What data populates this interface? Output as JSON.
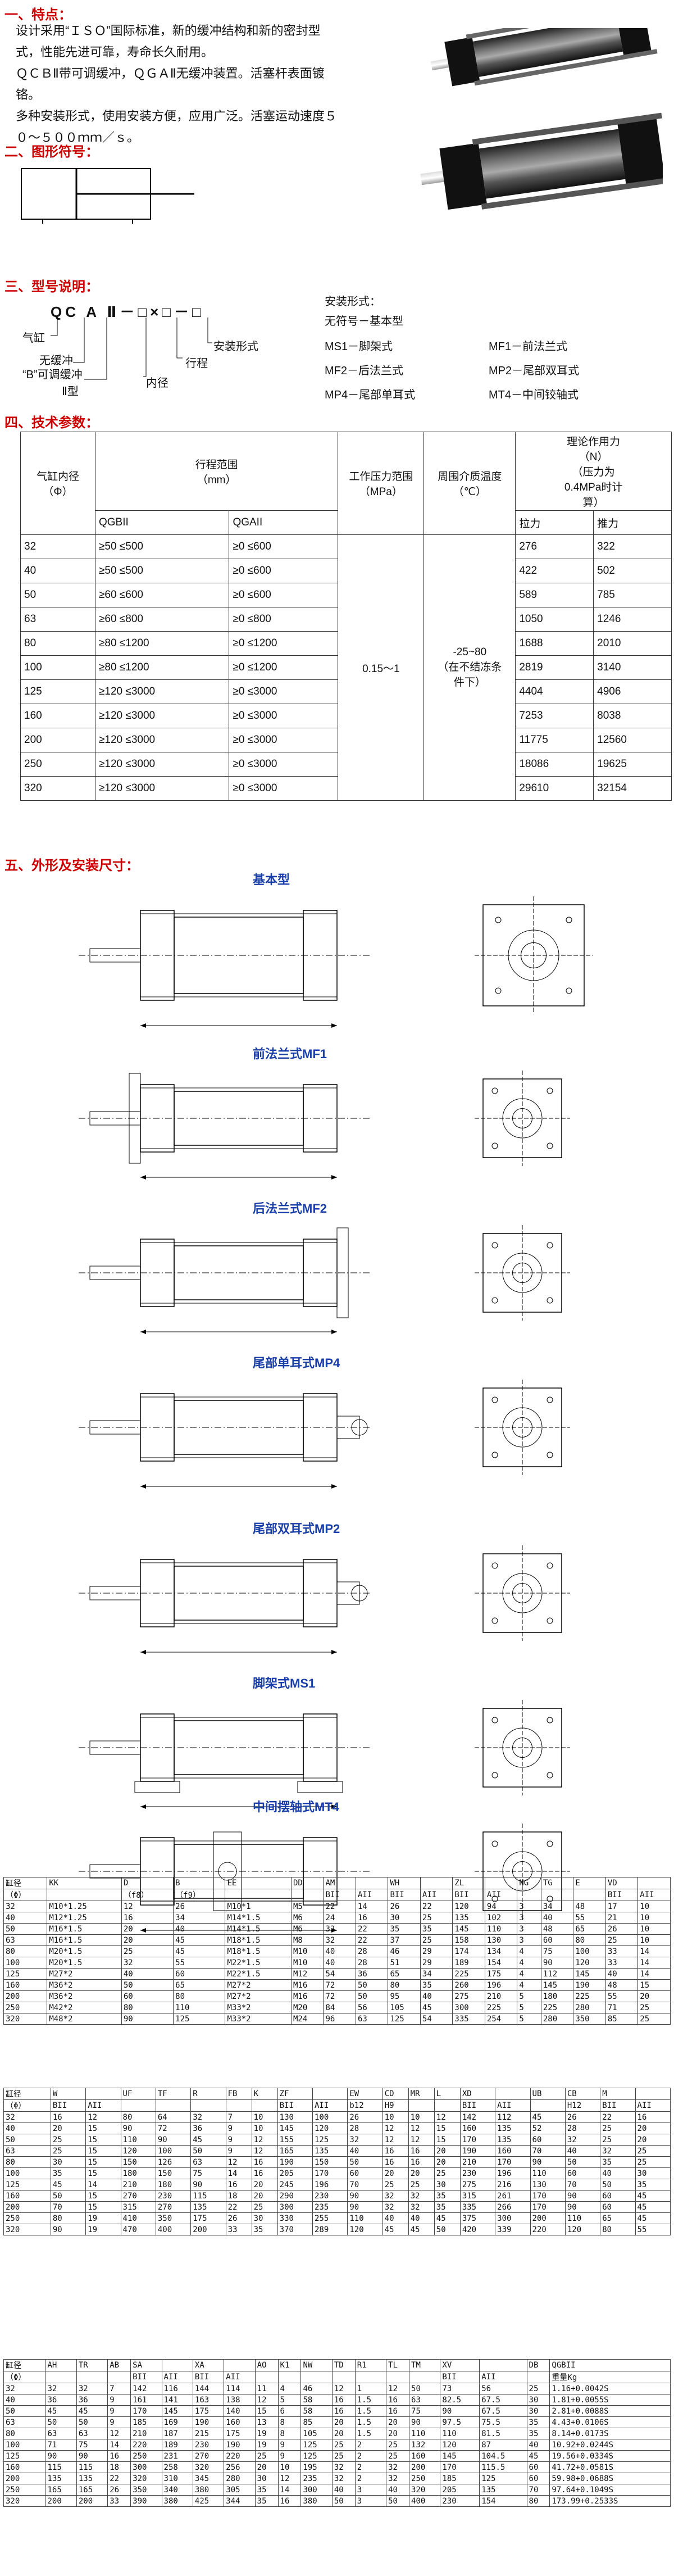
{
  "sections": {
    "features": "一、特点：",
    "symbol": "二、图形符号：",
    "model": "三、型号说明：",
    "tech": "四、技术参数：",
    "dims": "五、外形及安装尺寸："
  },
  "features_text": [
    "设计采用“ＩＳＯ”国际标准，新的缓冲结构和新的密封型",
    "式，性能先进可靠，寿命长久耐用。",
    "ＱＣＢⅡ带可调缓冲，ＱＧＡⅡ无缓冲装置。活塞杆表面镀",
    "铬。",
    "多种安装形式，使用安装方便，应用广泛。活塞运动速度５",
    "０～５００ｍｍ／ｓ。"
  ],
  "model": {
    "code": "QC A Ⅱ－□×□－□",
    "qi": "气缸",
    "buffer_none": "无缓冲",
    "buffer_b": "“B”可调缓冲",
    "type2": "Ⅱ型",
    "bore": "内径",
    "stroke": "行程",
    "mount": "安装形式",
    "mount_header": "安装形式：",
    "mount_none": "无符号－基本型",
    "mounts": [
      "MS1－脚架式",
      "MF1－前法兰式",
      "MF2－后法兰式",
      "MP2－尾部双耳式",
      "MP4－尾部单耳式",
      "MT4－中间铰轴式"
    ]
  },
  "spec": {
    "h_bore": "气缸内径",
    "h_bore2": "（Φ）",
    "h_stroke": "行程范围",
    "h_stroke_unit": "（mm）",
    "h_qgbii": "QGBII",
    "h_qgaii": "QGAII",
    "h_pressure": "工作压力范围",
    "h_pressure_unit": "（MPa）",
    "h_temp": "周围介质温度",
    "h_temp_unit": "（℃）",
    "h_force": "理论作用力",
    "h_force2": "（N）",
    "h_force3": "（压力为",
    "h_force4": "0.4MPa时计",
    "h_force5": "算）",
    "h_pull": "拉力",
    "h_push": "推力",
    "pressure": "0.15～1",
    "temp1": "-25~80",
    "temp2": "（在不结冻条",
    "temp3": "件下）",
    "rows": [
      [
        "32",
        "≥50 ≤500",
        "≥0 ≤600",
        "276",
        "322"
      ],
      [
        "40",
        "≥50 ≤500",
        "≥0 ≤600",
        "422",
        "502"
      ],
      [
        "50",
        "≥60 ≤600",
        "≥0 ≤600",
        "589",
        "785"
      ],
      [
        "63",
        "≥60 ≤800",
        "≥0 ≤800",
        "1050",
        "1246"
      ],
      [
        "80",
        "≥80 ≤1200",
        "≥0 ≤1200",
        "1688",
        "2010"
      ],
      [
        "100",
        "≥80 ≤1200",
        "≥0 ≤1200",
        "2819",
        "3140"
      ],
      [
        "125",
        "≥120 ≤3000",
        "≥0 ≤3000",
        "4404",
        "4906"
      ],
      [
        "160",
        "≥120 ≤3000",
        "≥0 ≤3000",
        "7253",
        "8038"
      ],
      [
        "200",
        "≥120 ≤3000",
        "≥0 ≤3000",
        "11775",
        "12560"
      ],
      [
        "250",
        "≥120 ≤3000",
        "≥0 ≤3000",
        "18086",
        "19625"
      ],
      [
        "320",
        "≥120 ≤3000",
        "≥0 ≤3000",
        "29610",
        "32154"
      ]
    ]
  },
  "diagrams": [
    "基本型",
    "前法兰式MF1",
    "后法兰式MF2",
    "尾部单耳式MP4",
    "尾部双耳式MP2",
    "脚架式MS1",
    "中间摆轴式MT4"
  ],
  "dim1": {
    "head1": [
      "缸径",
      "KK",
      "D",
      "B",
      "EE",
      "DD",
      "AM",
      "",
      "WH",
      "",
      "ZL",
      "",
      "NG",
      "TG",
      "E",
      "VD",
      ""
    ],
    "head2": [
      "（Φ）",
      "",
      "（f8）",
      "（f9）",
      "",
      "",
      "BII",
      "AII",
      "BII",
      "AII",
      "BII",
      "AII",
      "",
      "",
      "",
      "BII",
      "AII"
    ],
    "rows": [
      [
        "32",
        "M10*1.25",
        "12",
        "26",
        "M10*1",
        "M5",
        "22",
        "14",
        "26",
        "22",
        "120",
        "94",
        "3",
        "34",
        "48",
        "17",
        "10"
      ],
      [
        "40",
        "M12*1.25",
        "16",
        "34",
        "M14*1.5",
        "M6",
        "24",
        "16",
        "30",
        "25",
        "135",
        "102",
        "3",
        "40",
        "55",
        "21",
        "10"
      ],
      [
        "50",
        "M16*1.5",
        "20",
        "40",
        "M14*1.5",
        "M6",
        "32",
        "22",
        "35",
        "35",
        "145",
        "110",
        "3",
        "48",
        "65",
        "26",
        "10"
      ],
      [
        "63",
        "M16*1.5",
        "20",
        "45",
        "M18*1.5",
        "M8",
        "32",
        "22",
        "37",
        "25",
        "158",
        "130",
        "3",
        "60",
        "80",
        "25",
        "10"
      ],
      [
        "80",
        "M20*1.5",
        "25",
        "45",
        "M18*1.5",
        "M10",
        "40",
        "28",
        "46",
        "29",
        "174",
        "134",
        "4",
        "75",
        "100",
        "33",
        "14"
      ],
      [
        "100",
        "M20*1.5",
        "32",
        "55",
        "M22*1.5",
        "M10",
        "40",
        "28",
        "51",
        "29",
        "189",
        "154",
        "4",
        "90",
        "120",
        "33",
        "14"
      ],
      [
        "125",
        "M27*2",
        "40",
        "60",
        "M22*1.5",
        "M12",
        "54",
        "36",
        "65",
        "34",
        "225",
        "175",
        "4",
        "112",
        "145",
        "40",
        "14"
      ],
      [
        "160",
        "M36*2",
        "50",
        "65",
        "M27*2",
        "M16",
        "72",
        "50",
        "80",
        "35",
        "260",
        "196",
        "4",
        "145",
        "190",
        "48",
        "15"
      ],
      [
        "200",
        "M36*2",
        "60",
        "80",
        "M27*2",
        "M16",
        "72",
        "50",
        "95",
        "40",
        "275",
        "210",
        "5",
        "180",
        "225",
        "55",
        "20"
      ],
      [
        "250",
        "M42*2",
        "80",
        "110",
        "M33*2",
        "M20",
        "84",
        "56",
        "105",
        "45",
        "300",
        "225",
        "5",
        "225",
        "280",
        "71",
        "25"
      ],
      [
        "320",
        "M48*2",
        "90",
        "125",
        "M33*2",
        "M24",
        "96",
        "63",
        "125",
        "54",
        "335",
        "254",
        "5",
        "280",
        "350",
        "85",
        "25"
      ]
    ]
  },
  "dim2": {
    "head1": [
      "缸径",
      "W",
      "",
      "UF",
      "TF",
      "R",
      "FB",
      "K",
      "ZF",
      "",
      "EW",
      "CD",
      "MR",
      "L",
      "XD",
      "",
      "UB",
      "CB",
      "M",
      ""
    ],
    "head2": [
      "（Φ）",
      "BII",
      "AII",
      "",
      "",
      "",
      "",
      "",
      "BII",
      "AII",
      "b12",
      "H9",
      "",
      "",
      "BII",
      "AII",
      "",
      "H12",
      "BII",
      "AII"
    ],
    "rows": [
      [
        "32",
        "16",
        "12",
        "80",
        "64",
        "32",
        "7",
        "10",
        "130",
        "100",
        "26",
        "10",
        "10",
        "12",
        "142",
        "112",
        "45",
        "26",
        "22",
        "16"
      ],
      [
        "40",
        "20",
        "15",
        "90",
        "72",
        "36",
        "9",
        "10",
        "145",
        "120",
        "28",
        "12",
        "12",
        "15",
        "160",
        "135",
        "52",
        "28",
        "25",
        "20"
      ],
      [
        "50",
        "25",
        "15",
        "110",
        "90",
        "45",
        "9",
        "12",
        "155",
        "125",
        "32",
        "12",
        "12",
        "15",
        "170",
        "135",
        "60",
        "32",
        "25",
        "20"
      ],
      [
        "63",
        "25",
        "15",
        "120",
        "100",
        "50",
        "9",
        "12",
        "165",
        "135",
        "40",
        "16",
        "16",
        "20",
        "190",
        "160",
        "70",
        "40",
        "32",
        "25"
      ],
      [
        "80",
        "30",
        "15",
        "150",
        "126",
        "63",
        "12",
        "16",
        "190",
        "150",
        "50",
        "16",
        "16",
        "20",
        "210",
        "170",
        "90",
        "50",
        "35",
        "25"
      ],
      [
        "100",
        "35",
        "15",
        "180",
        "150",
        "75",
        "14",
        "16",
        "205",
        "170",
        "60",
        "20",
        "20",
        "25",
        "230",
        "196",
        "110",
        "60",
        "40",
        "30"
      ],
      [
        "125",
        "45",
        "14",
        "210",
        "180",
        "90",
        "16",
        "20",
        "245",
        "196",
        "70",
        "25",
        "25",
        "30",
        "275",
        "216",
        "130",
        "70",
        "50",
        "35"
      ],
      [
        "160",
        "50",
        "15",
        "270",
        "230",
        "115",
        "18",
        "20",
        "290",
        "230",
        "90",
        "32",
        "32",
        "35",
        "315",
        "261",
        "170",
        "90",
        "60",
        "45"
      ],
      [
        "200",
        "70",
        "15",
        "315",
        "270",
        "135",
        "22",
        "25",
        "300",
        "235",
        "90",
        "32",
        "32",
        "35",
        "335",
        "266",
        "170",
        "90",
        "60",
        "45"
      ],
      [
        "250",
        "80",
        "19",
        "410",
        "350",
        "175",
        "26",
        "30",
        "330",
        "255",
        "110",
        "40",
        "40",
        "45",
        "375",
        "300",
        "200",
        "110",
        "65",
        "45"
      ],
      [
        "320",
        "90",
        "19",
        "470",
        "400",
        "200",
        "33",
        "35",
        "370",
        "289",
        "120",
        "45",
        "45",
        "50",
        "420",
        "339",
        "220",
        "120",
        "80",
        "55"
      ]
    ]
  },
  "dim3": {
    "head1": [
      "缸径",
      "AH",
      "TR",
      "AB",
      "SA",
      "",
      "XA",
      "",
      "AO",
      "K1",
      "NW",
      "TD",
      "R1",
      "TL",
      "TM",
      "XV",
      "",
      "DB",
      "QGBII"
    ],
    "head2": [
      "（Φ）",
      "",
      "",
      "",
      "BII",
      "AII",
      "BII",
      "AII",
      "",
      "",
      "",
      "",
      "",
      "",
      "",
      "BII",
      "AII",
      "",
      "重量Kg"
    ],
    "rows": [
      [
        "32",
        "32",
        "32",
        "7",
        "142",
        "116",
        "144",
        "114",
        "11",
        "4",
        "46",
        "12",
        "1",
        "12",
        "50",
        "73",
        "56",
        "25",
        "1.16+0.0042S"
      ],
      [
        "40",
        "36",
        "36",
        "9",
        "161",
        "141",
        "163",
        "138",
        "12",
        "5",
        "58",
        "16",
        "1.5",
        "16",
        "63",
        "82.5",
        "67.5",
        "30",
        "1.81+0.0055S"
      ],
      [
        "50",
        "45",
        "45",
        "9",
        "170",
        "145",
        "175",
        "140",
        "15",
        "6",
        "58",
        "16",
        "1.5",
        "16",
        "75",
        "90",
        "67.5",
        "30",
        "2.81+0.0088S"
      ],
      [
        "63",
        "50",
        "50",
        "9",
        "185",
        "169",
        "190",
        "160",
        "13",
        "8",
        "85",
        "20",
        "1.5",
        "20",
        "90",
        "97.5",
        "75.5",
        "35",
        "4.43+0.0106S"
      ],
      [
        "80",
        "63",
        "63",
        "12",
        "210",
        "187",
        "215",
        "175",
        "19",
        "8",
        "105",
        "20",
        "1.5",
        "20",
        "110",
        "110",
        "81.5",
        "35",
        "8.14+0.0173S"
      ],
      [
        "100",
        "71",
        "75",
        "14",
        "220",
        "189",
        "230",
        "190",
        "19",
        "9",
        "125",
        "25",
        "2",
        "25",
        "132",
        "120",
        "87",
        "40",
        "10.92+0.0244S"
      ],
      [
        "125",
        "90",
        "90",
        "16",
        "250",
        "231",
        "270",
        "220",
        "25",
        "9",
        "125",
        "25",
        "2",
        "25",
        "160",
        "145",
        "104.5",
        "45",
        "19.56+0.0334S"
      ],
      [
        "160",
        "115",
        "115",
        "18",
        "300",
        "258",
        "320",
        "256",
        "20",
        "10",
        "195",
        "32",
        "2",
        "32",
        "200",
        "170",
        "115.5",
        "60",
        "41.72+0.0581S"
      ],
      [
        "200",
        "135",
        "135",
        "22",
        "320",
        "310",
        "345",
        "280",
        "30",
        "12",
        "235",
        "32",
        "2",
        "32",
        "250",
        "185",
        "125",
        "60",
        "59.98+0.0688S"
      ],
      [
        "250",
        "165",
        "165",
        "26",
        "350",
        "340",
        "380",
        "305",
        "35",
        "14",
        "300",
        "40",
        "3",
        "40",
        "320",
        "205",
        "135",
        "70",
        "97.64+0.1049S"
      ],
      [
        "320",
        "200",
        "200",
        "33",
        "390",
        "380",
        "425",
        "344",
        "35",
        "16",
        "380",
        "50",
        "3",
        "50",
        "400",
        "230",
        "154",
        "80",
        "173.99+0.2533S"
      ]
    ]
  }
}
